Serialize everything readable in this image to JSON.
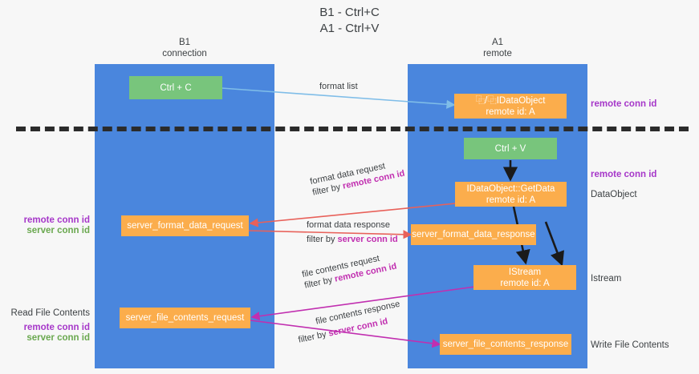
{
  "title": {
    "line1": "B1 - Ctrl+C",
    "line2": "A1 - Ctrl+V"
  },
  "lanes": [
    {
      "id": "b1",
      "name": "B1",
      "role": "connection"
    },
    {
      "id": "a1",
      "name": "A1",
      "role": "remote"
    }
  ],
  "nodes": {
    "ctrl_c": {
      "line1": "Ctrl + C",
      "line2": "",
      "color": "green"
    },
    "idataobject_remote": {
      "line1": "⿻/⿻IDataObject",
      "line2": "remote id: A",
      "color": "orange"
    },
    "ctrl_v": {
      "line1": "Ctrl + V",
      "line2": "",
      "color": "green"
    },
    "idataobject_getdata": {
      "line1": "IDataObject::GetData",
      "line2": "remote id: A",
      "color": "orange"
    },
    "server_format_data_request": {
      "line1": "server_format_data_request",
      "line2": "",
      "color": "orange"
    },
    "server_format_data_response": {
      "line1": "server_format_data_response",
      "line2": "",
      "color": "orange"
    },
    "istream": {
      "line1": "IStream",
      "line2": "remote id: A",
      "color": "orange"
    },
    "server_file_contents_request": {
      "line1": "server_file_contents_request",
      "line2": "",
      "color": "orange"
    },
    "server_file_contents_response": {
      "line1": "server_file_contents_response",
      "line2": "",
      "color": "orange"
    }
  },
  "edge_labels": {
    "format_list": "format list",
    "format_data_request": "format data request",
    "format_data_request_filter_prefix": "filter by ",
    "format_data_request_filter_value": "remote conn id",
    "format_data_response": "format data response",
    "format_data_response_filter_prefix": "filter by ",
    "format_data_response_filter_value": "server conn id",
    "file_contents_request": "file contents request",
    "file_contents_request_filter_prefix": "filter by ",
    "file_contents_request_filter_value": "remote conn id",
    "file_contents_response": "file contents response",
    "file_contents_response_filter_prefix": "filter by ",
    "file_contents_response_filter_value": "server conn id"
  },
  "right_notes": {
    "remote_conn_id_top": "remote conn id",
    "remote_conn_id_mid": "remote conn id",
    "data_object": "DataObject",
    "istream": "Istream",
    "write_file_contents": "Write File Contents"
  },
  "left_notes": {
    "remote_conn_id": "remote conn id",
    "server_conn_id": "server conn id",
    "read_file_contents": "Read File Contents",
    "remote_conn_id_2": "remote conn id",
    "server_conn_id_2": "server conn id"
  },
  "colors": {
    "lane": "#4a86dd",
    "green_node": "#78c57c",
    "orange_node": "#fbad4c",
    "purple": "#a637c9",
    "green_text": "#6aa84f",
    "magenta": "#c12fb0",
    "arrow_lightblue": "#7fbde8",
    "arrow_red": "#e8615a",
    "arrow_magenta": "#c12fb0",
    "arrow_black": "#1a1a1a",
    "background": "#f7f7f7"
  }
}
